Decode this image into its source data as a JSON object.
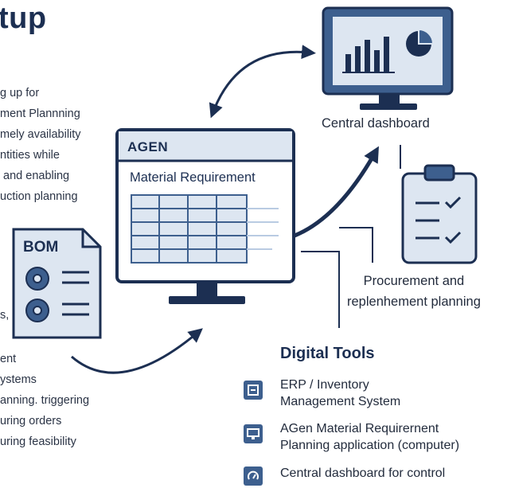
{
  "title": "tup",
  "left_text": {
    "para1": "g up for\nment Plannning\nmely availability\nntities while\n and enabling\nuction planning",
    "fragment": "s,",
    "para2": "ent\nystems\nanning. triggering\nuring orders\nuring feasibility"
  },
  "dashboard": {
    "label": "Central dashboard"
  },
  "computer": {
    "header": "AGEN",
    "title": "Material Requirement"
  },
  "bom": {
    "label": "BOM"
  },
  "procurement": {
    "label": "Procurement and\nreplenhement planning"
  },
  "digital_tools": {
    "heading": "Digital Tools",
    "items": [
      {
        "icon": "server-icon",
        "label": "ERP / Inventory\nManagement System"
      },
      {
        "icon": "monitor-icon",
        "label": "AGen Material Requirernent\nPlanning application (computer)"
      },
      {
        "icon": "gauge-icon",
        "label": "Central dashboard for control"
      }
    ]
  },
  "colors": {
    "navy": "#1c2f52",
    "blue": "#3d5f8e",
    "light": "#dde6f1",
    "grid": "#b9cbe2"
  }
}
